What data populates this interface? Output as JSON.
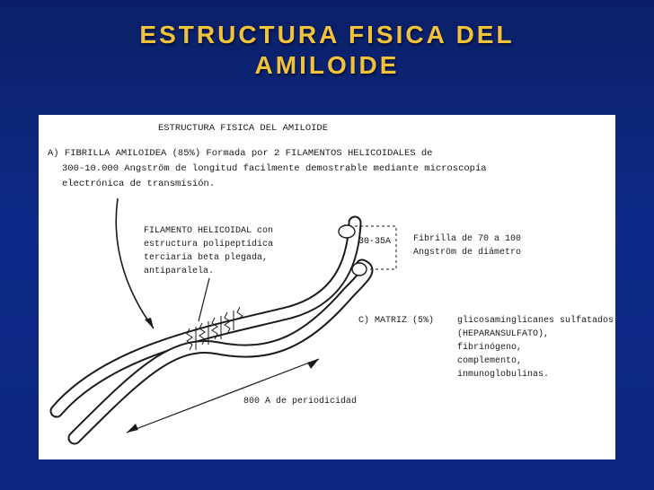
{
  "slide": {
    "title_line1": "ESTRUCTURA FISICA DEL",
    "title_line2": "AMILOIDE"
  },
  "figure": {
    "heading": "ESTRUCTURA FISICA DEL AMILOIDE",
    "section_a": {
      "line1": "A) FIBRILLA AMILOIDEA (85%) Formada por 2 FILAMENTOS HELICOIDALES de",
      "line2": "300-10.000 Angström de longitud facilmente demostrable mediante microscopía",
      "line3": "electrónica de transmisión."
    },
    "filamento": {
      "line1": "FILAMENTO HELICOIDAL con",
      "line2": "estructura polipeptídica",
      "line3": "terciaria beta plegada,",
      "line4": "antiparalela."
    },
    "dimension_label": "30-35A",
    "fibrilla": {
      "line1": "Fibrilla de 70 a 100",
      "line2": "Angström de diámetro"
    },
    "matriz": {
      "label": "C) MATRIZ (5%)",
      "line1": "glicosaminglicanes sulfatados",
      "line2": "(HEPARANSULFATO),",
      "line3": "fibrinógeno,",
      "line4": "complemento,",
      "line5": "inmunoglobulinas."
    },
    "periodicidad": "800 A de periodicidad"
  },
  "colors": {
    "background": "#0b2680",
    "title": "#f2c33a",
    "panel": "#ffffff",
    "ink": "#1a1a1a"
  }
}
